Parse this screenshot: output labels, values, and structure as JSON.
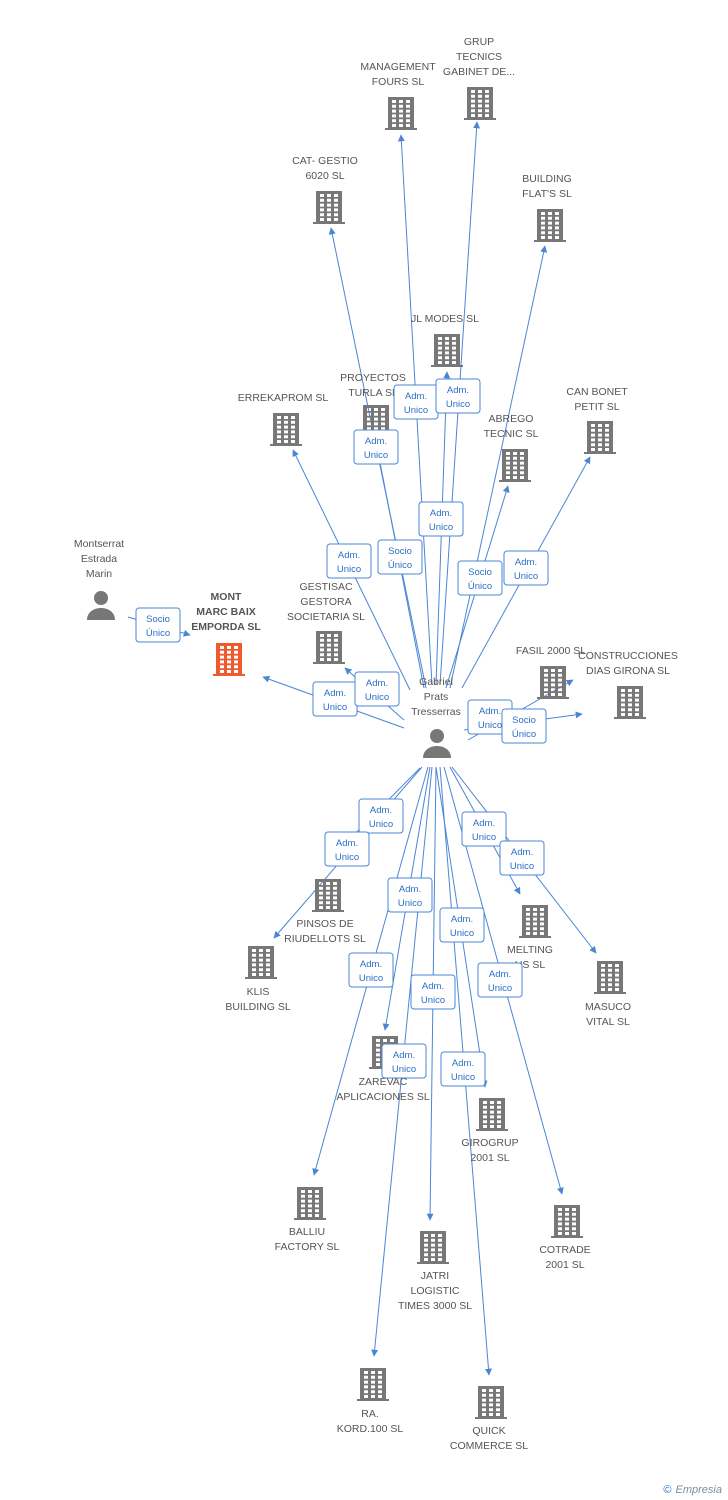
{
  "colors": {
    "edge": "#4a86d4",
    "label_text": "#2a6fc7",
    "node_gray": "#777777",
    "node_main": "#ee5a2e"
  },
  "nodes": [
    {
      "id": "management",
      "type": "company",
      "label": [
        "MANAGEMENT",
        "FOURS SL"
      ]
    },
    {
      "id": "grup",
      "type": "company",
      "label": [
        "GRUP",
        "TECNICS",
        "GABINET DE..."
      ]
    },
    {
      "id": "catgestio",
      "type": "company",
      "label": [
        "CAT- GESTIO",
        "6020 SL"
      ]
    },
    {
      "id": "building",
      "type": "company",
      "label": [
        "BUILDING",
        "FLAT'S SL"
      ]
    },
    {
      "id": "jlmodes",
      "type": "company",
      "label": [
        "JL MODES SL"
      ]
    },
    {
      "id": "proyectos",
      "type": "company",
      "label": [
        "PROYECTOS",
        "TURLA SL"
      ]
    },
    {
      "id": "errekaprom",
      "type": "company",
      "label": [
        "ERREKAPROM SL"
      ]
    },
    {
      "id": "abrego",
      "type": "company",
      "label": [
        "ABREGO",
        "TECNIC SL"
      ]
    },
    {
      "id": "canbonet",
      "type": "company",
      "label": [
        "CAN BONET",
        "PETIT SL"
      ]
    },
    {
      "id": "montserrat",
      "type": "person",
      "label": [
        "Montserrat",
        "Estrada",
        "Marin"
      ]
    },
    {
      "id": "mont",
      "type": "company-main",
      "label": [
        "MONT",
        "MARC BAIX",
        "EMPORDA SL"
      ]
    },
    {
      "id": "gestisac",
      "type": "company",
      "label": [
        "GESTISAC",
        "GESTORA",
        "SOCIETARIA SL"
      ]
    },
    {
      "id": "fasil",
      "type": "company",
      "label": [
        "FASIL 2000 SL"
      ]
    },
    {
      "id": "construcciones",
      "type": "company",
      "label": [
        "CONSTRUCCIONES",
        "DIAS GIRONA SL"
      ]
    },
    {
      "id": "gabriel",
      "type": "person",
      "label": [
        "Gabriel",
        "Prats",
        "Tresserras"
      ]
    },
    {
      "id": "pinsos",
      "type": "company",
      "label": [
        "PINSOS DE",
        "RIUDELLOTS SL"
      ]
    },
    {
      "id": "klis",
      "type": "company",
      "label": [
        "KLIS",
        "BUILDING SL"
      ]
    },
    {
      "id": "melting",
      "type": "company",
      "label": [
        "MELTING",
        "US SL"
      ]
    },
    {
      "id": "masuco",
      "type": "company",
      "label": [
        "MASUCO",
        "VITAL SL"
      ]
    },
    {
      "id": "zarevac",
      "type": "company",
      "label": [
        "ZAREVAC",
        "APLICACIONES SL"
      ]
    },
    {
      "id": "girogrup",
      "type": "company",
      "label": [
        "GIROGRUP",
        "2001 SL"
      ]
    },
    {
      "id": "balliu",
      "type": "company",
      "label": [
        "BALLIU",
        "FACTORY SL"
      ]
    },
    {
      "id": "jatri",
      "type": "company",
      "label": [
        "JATRI",
        "LOGISTIC",
        "TIMES 3000  SL"
      ]
    },
    {
      "id": "cotrade",
      "type": "company",
      "label": [
        "COTRADE",
        "2001 SL"
      ]
    },
    {
      "id": "ra",
      "type": "company",
      "label": [
        "RA.",
        "KORD.100 SL"
      ]
    },
    {
      "id": "quick",
      "type": "company",
      "label": [
        "QUICK",
        "COMMERCE SL"
      ]
    }
  ],
  "edges": [
    {
      "from": "gabriel",
      "to": "management",
      "label": [
        "Adm.",
        "Unico"
      ]
    },
    {
      "from": "gabriel",
      "to": "grup",
      "label": [
        "Adm.",
        "Unico"
      ]
    },
    {
      "from": "gabriel",
      "to": "catgestio",
      "label": [
        "Adm.",
        "Unico"
      ]
    },
    {
      "from": "gabriel",
      "to": "building",
      "label": [
        "Adm.",
        "Unico"
      ]
    },
    {
      "from": "gabriel",
      "to": "jlmodes",
      "label": [
        "Adm.",
        "Unico"
      ]
    },
    {
      "from": "gabriel",
      "to": "proyectos",
      "label": [
        "Socio",
        "Único"
      ]
    },
    {
      "from": "gabriel",
      "to": "errekaprom",
      "label": [
        "Adm.",
        "Unico"
      ]
    },
    {
      "from": "gabriel",
      "to": "abrego",
      "label": [
        "Socio",
        "Único"
      ]
    },
    {
      "from": "gabriel",
      "to": "canbonet",
      "label": [
        "Adm.",
        "Unico"
      ]
    },
    {
      "from": "montserrat",
      "to": "mont",
      "label": [
        "Socio",
        "Único"
      ]
    },
    {
      "from": "gabriel",
      "to": "mont",
      "label": [
        "Adm.",
        "Unico"
      ]
    },
    {
      "from": "gabriel",
      "to": "gestisac",
      "label": [
        "Adm.",
        "Unico"
      ]
    },
    {
      "from": "gabriel",
      "to": "fasil",
      "label": [
        "Adm.",
        "Unico"
      ]
    },
    {
      "from": "gabriel",
      "to": "construcciones",
      "label": [
        "Socio",
        "Único"
      ]
    },
    {
      "from": "gabriel",
      "to": "pinsos",
      "label": [
        "Adm.",
        "Unico"
      ]
    },
    {
      "from": "gabriel",
      "to": "klis",
      "label": [
        "Adm.",
        "Unico"
      ]
    },
    {
      "from": "gabriel",
      "to": "melting",
      "label": [
        "Adm.",
        "Unico"
      ]
    },
    {
      "from": "gabriel",
      "to": "masuco",
      "label": [
        "Adm.",
        "Unico"
      ]
    },
    {
      "from": "gabriel",
      "to": "zarevac",
      "label": [
        "Adm.",
        "Unico"
      ]
    },
    {
      "from": "gabriel",
      "to": "girogrup",
      "label": [
        "Adm.",
        "Unico"
      ]
    },
    {
      "from": "gabriel",
      "to": "balliu",
      "label": [
        "Adm.",
        "Unico"
      ]
    },
    {
      "from": "gabriel",
      "to": "jatri",
      "label": [
        "Adm.",
        "Unico"
      ]
    },
    {
      "from": "gabriel",
      "to": "cotrade",
      "label": [
        "Adm.",
        "Unico"
      ]
    },
    {
      "from": "gabriel",
      "to": "ra",
      "label": [
        "Adm.",
        "Unico"
      ]
    },
    {
      "from": "gabriel",
      "to": "quick",
      "label": [
        "Adm.",
        "Unico"
      ]
    }
  ],
  "footer": {
    "copyright": "©",
    "brand": "Empresia"
  }
}
